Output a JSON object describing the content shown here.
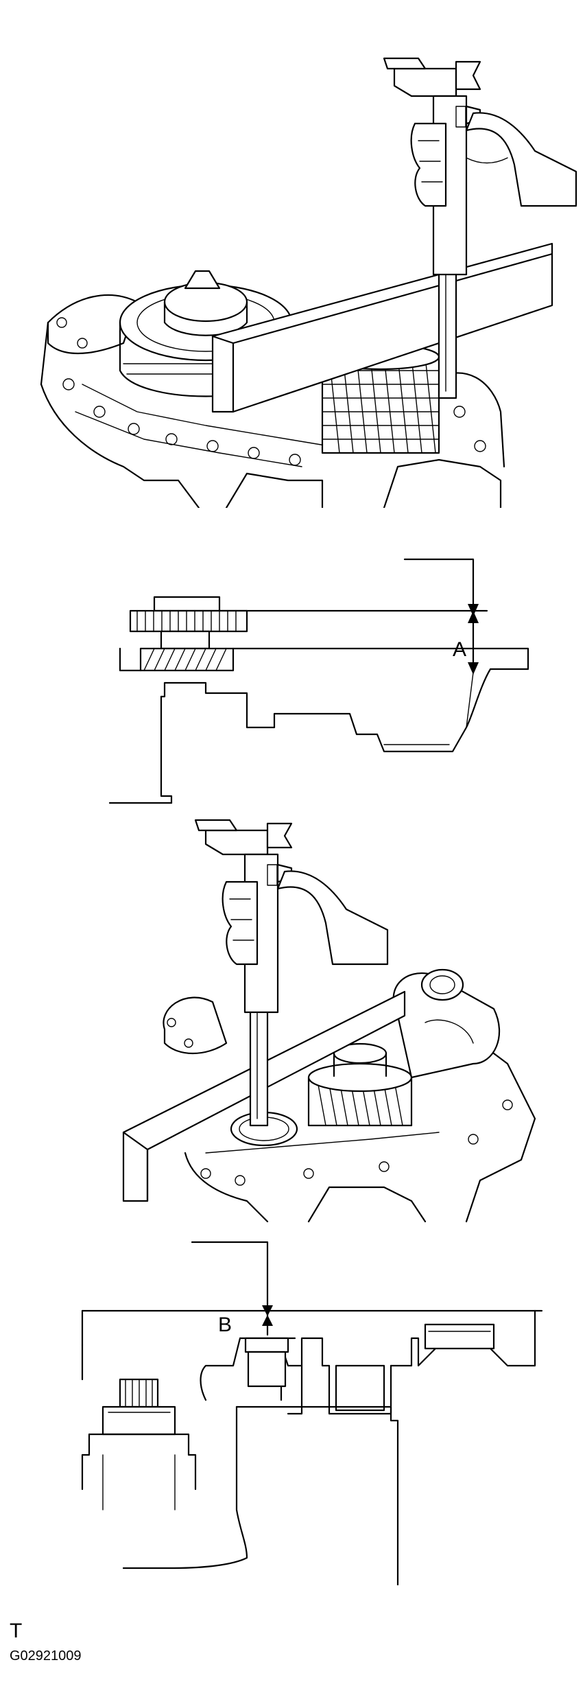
{
  "labels": {
    "dimension_a": "A",
    "dimension_b": "B",
    "corner_mark": "T",
    "figure_code": "G02921009"
  },
  "colors": {
    "line": "#000000",
    "background": "#ffffff"
  }
}
